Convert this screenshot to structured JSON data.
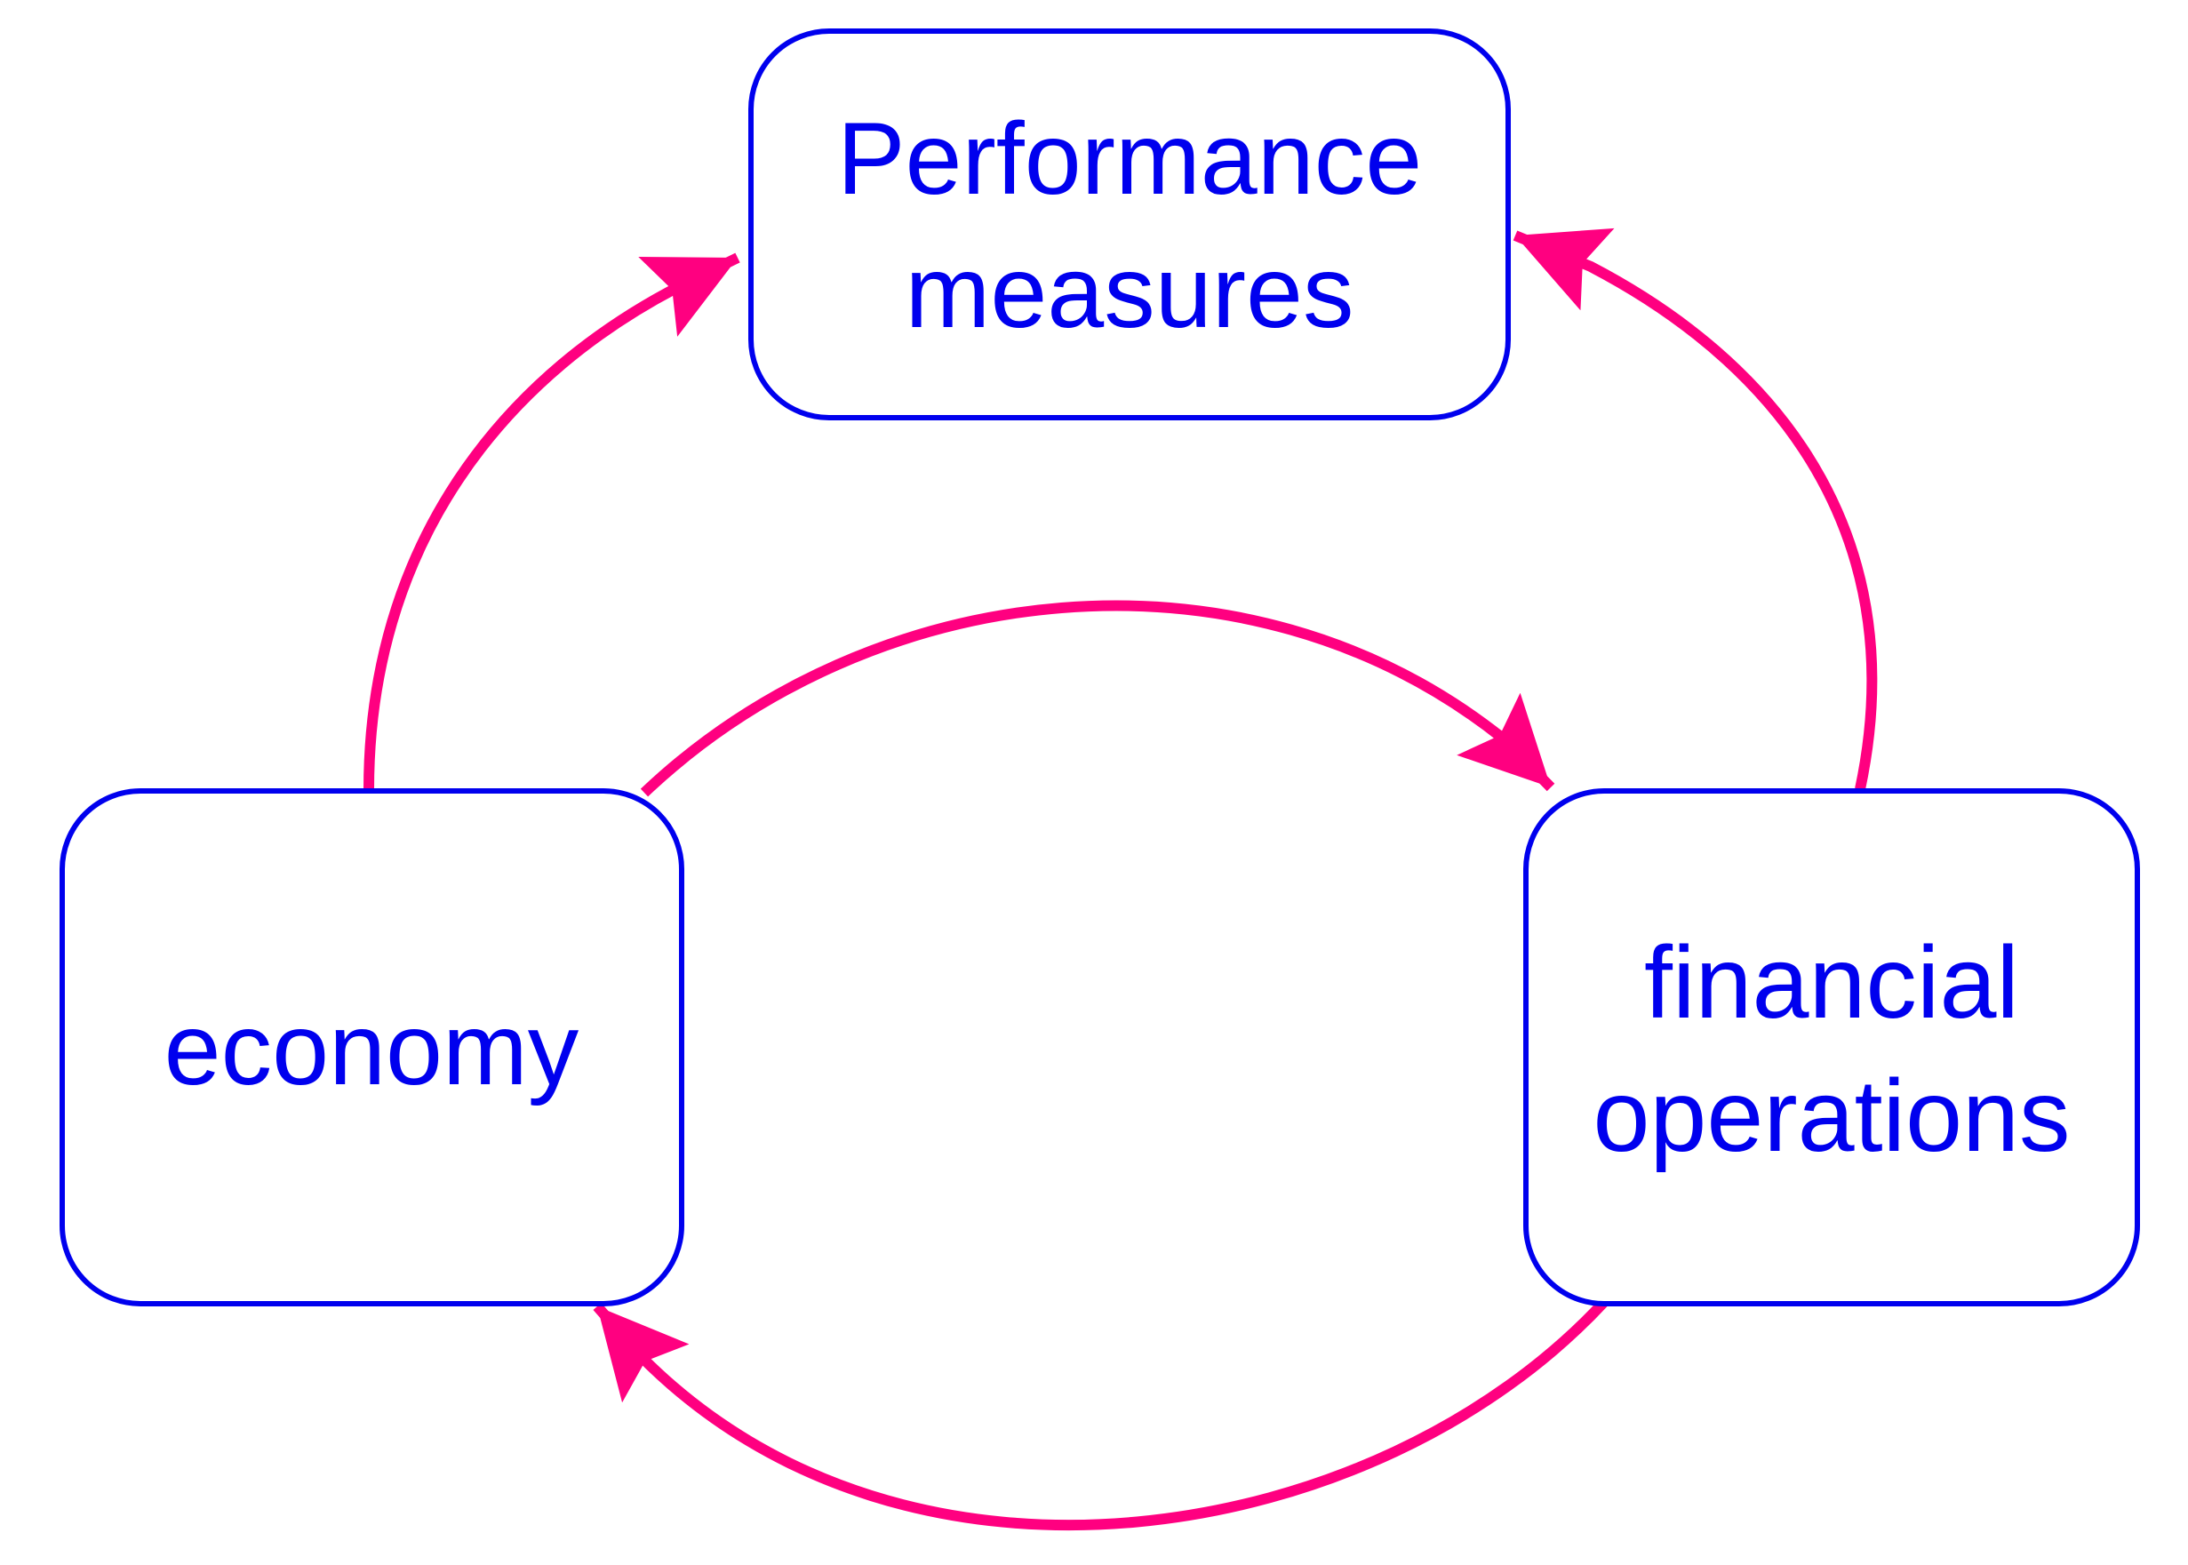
{
  "nodes": {
    "performance": {
      "lines": [
        "Performance",
        "measures"
      ]
    },
    "economy": {
      "lines": [
        "economy"
      ]
    },
    "financial": {
      "lines": [
        "financial",
        "operations"
      ]
    }
  },
  "colors": {
    "node_border": "#0000ee",
    "node_text": "#0000ee",
    "arrow": "#ff0080"
  },
  "edges": [
    {
      "from": "economy",
      "to": "performance"
    },
    {
      "from": "financial",
      "to": "performance"
    },
    {
      "from": "economy",
      "to": "financial"
    },
    {
      "from": "financial",
      "to": "economy"
    }
  ]
}
